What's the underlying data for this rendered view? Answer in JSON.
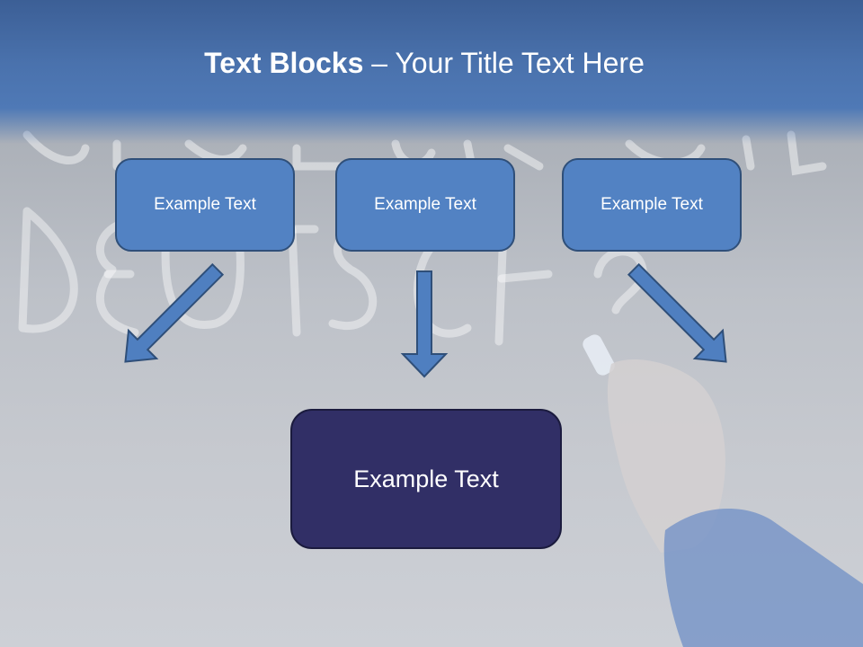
{
  "slide": {
    "title_bold": "Text Blocks",
    "title_rest": " – Your Title Text Here"
  },
  "blocks": {
    "top": [
      "Example Text",
      "Example Text",
      "Example Text"
    ],
    "bottom": "Example Text"
  },
  "colors": {
    "header": "#4a72ad",
    "top_box_fill": "#5282c3",
    "top_box_border": "#2f4f79",
    "bottom_box_fill": "#312f66",
    "arrow_fill": "#4f7fc0",
    "arrow_stroke": "#2f4f79"
  }
}
